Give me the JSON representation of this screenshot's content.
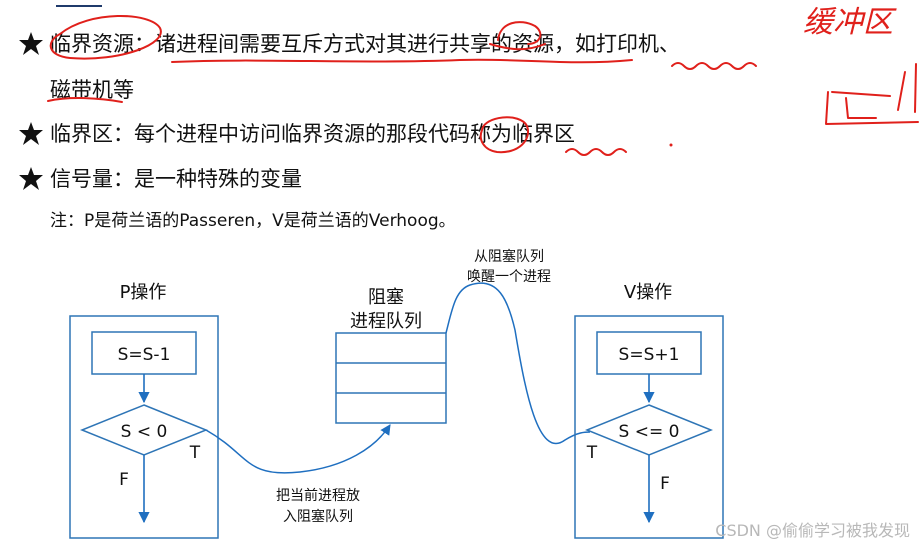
{
  "bullets": [
    {
      "label": "临界资源：诸进程间需要互斥方式对其进行共享的资源，如打印机、",
      "continuation": "磁带机等"
    },
    {
      "label": "临界区：每个进程中访问临界资源的那段代码称为临界区"
    },
    {
      "label": "信号量：是一种特殊的变量"
    }
  ],
  "note": "注：P是荷兰语的Passeren，V是荷兰语的Verhoog。",
  "diagram": {
    "p_op": {
      "title": "P操作",
      "step": "S=S-1",
      "condition": "S < 0",
      "true_label": "T",
      "false_label": "F"
    },
    "queue": {
      "title_line1": "阻塞",
      "title_line2": "进程队列"
    },
    "v_op": {
      "title": "V操作",
      "step": "S=S+1",
      "condition": "S <= 0",
      "true_label": "T",
      "false_label": "F"
    },
    "to_queue_label_line1": "把当前进程放",
    "to_queue_label_line2": "入阻塞队列",
    "from_queue_label_line1": "从阻塞队列",
    "from_queue_label_line2": "唤醒一个进程"
  },
  "handwriting": {
    "word": "缓冲区"
  },
  "watermark": "CSDN @偷偷学习被我发现",
  "colors": {
    "diagram_blue": "#2e75b6",
    "arrow_blue": "#1f6fc0",
    "annotation_red": "#e0201b",
    "text": "#111111"
  }
}
